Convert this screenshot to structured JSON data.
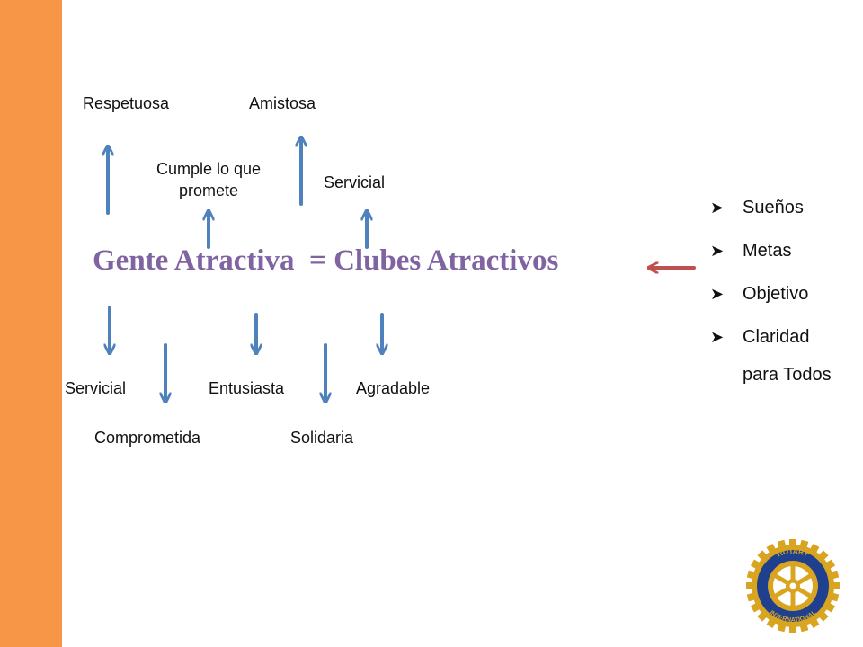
{
  "colors": {
    "side_bar": "#f79646",
    "title": "#8064a2",
    "blue_arrow": "#4f81bd",
    "red_arrow": "#c0504d",
    "emblem_gold": "#d9a520",
    "emblem_blue": "#1f3f8f"
  },
  "title": {
    "left": "Gente Atractiva",
    "right": "= Clubes Atractivos"
  },
  "top_traits": {
    "respetuosa": "Respetuosa",
    "amistosa": "Amistosa",
    "cumple_line1": "Cumple lo que",
    "cumple_line2": "promete",
    "servicial": "Servicial"
  },
  "bottom_traits": {
    "servicial": "Servicial",
    "entusiasta": "Entusiasta",
    "agradable": "Agradable",
    "comprometida": "Comprometida",
    "solidaria": "Solidaria"
  },
  "goals": {
    "items": [
      "Sueños",
      "Metas",
      "Objetivo",
      "Claridad"
    ],
    "continuation": "para Todos",
    "bullet_icon": "arrow-bullet-icon"
  },
  "emblem": {
    "icon": "rotary-wheel-icon",
    "text_top": "ROTARY",
    "text_bottom": "INTERNATIONAL"
  }
}
